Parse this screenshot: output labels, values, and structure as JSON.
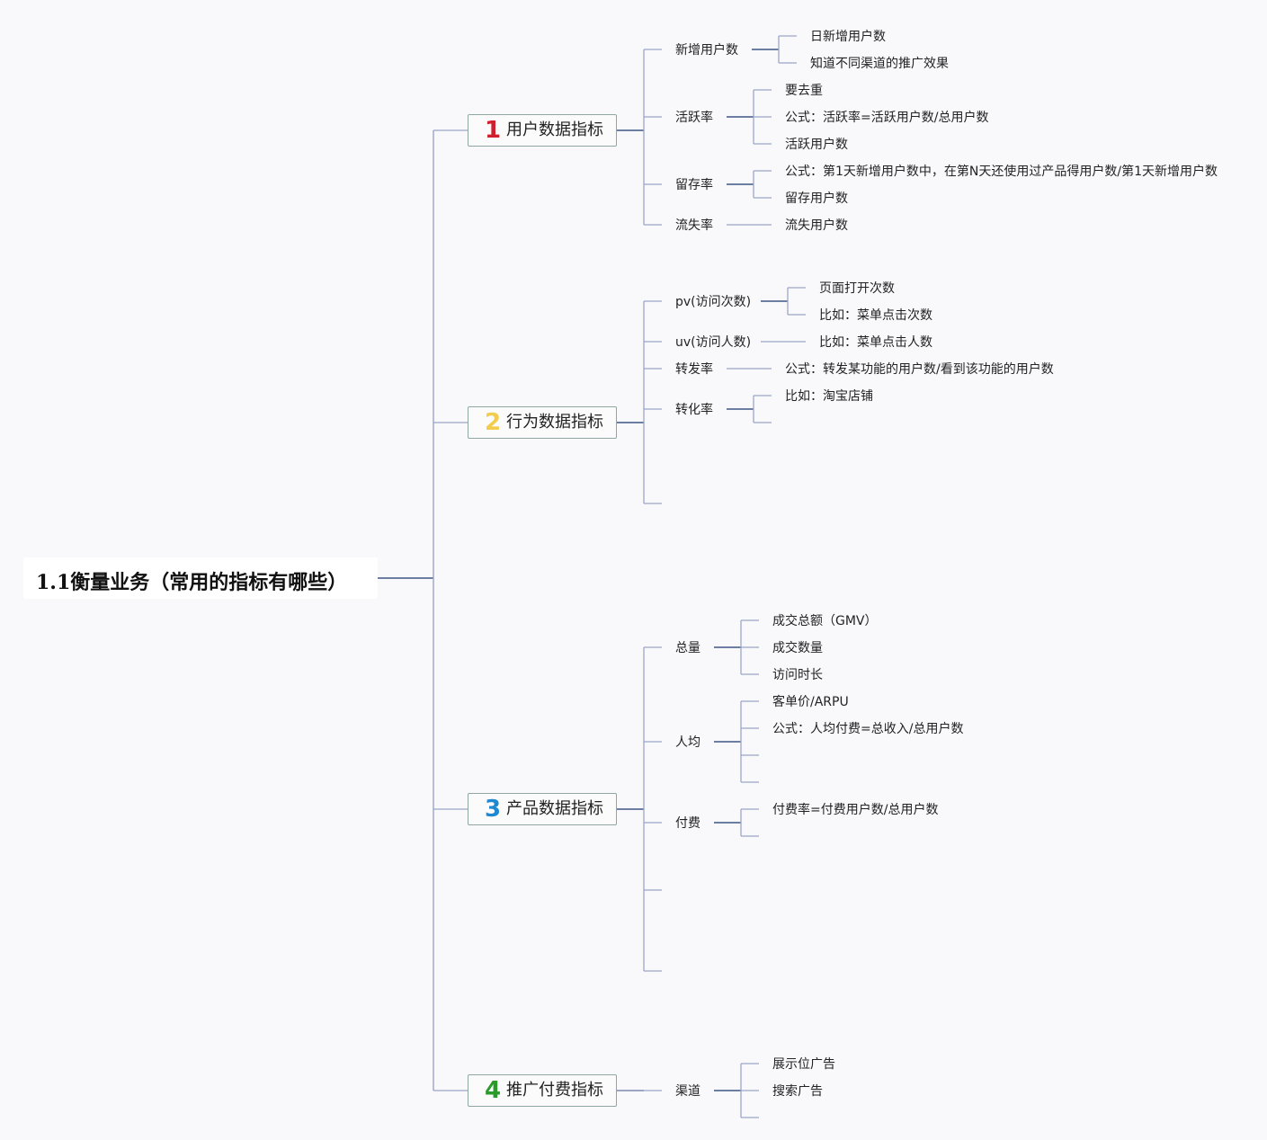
{
  "root": {
    "label": "1.1衡量业务（常用的指标有哪些）"
  },
  "categories": [
    {
      "num": "1",
      "label": "用户数据指标",
      "num_color": "#d0202e"
    },
    {
      "num": "2",
      "label": "行为数据指标",
      "num_color": "#f2cc4a"
    },
    {
      "num": "3",
      "label": "产品数据指标",
      "num_color": "#1e88d0"
    },
    {
      "num": "4",
      "label": "推广付费指标",
      "num_color": "#2a9a2a"
    }
  ],
  "user": {
    "new_users": {
      "label": "新增用户数",
      "children": [
        "日新增用户数",
        "知道不同渠道的推广效果"
      ]
    },
    "active_rate": {
      "label": "活跃率",
      "children": [
        "要去重",
        "公式：活跃率=活跃用户数/总用户数",
        "活跃用户数"
      ]
    },
    "retention": {
      "label": "留存率",
      "children": [
        "公式：第1天新增用户数中，在第N天还使用过产品得用户数/第1天新增用户数",
        "留存用户数"
      ]
    },
    "churn": {
      "label": "流失率",
      "children": [
        "流失用户数"
      ]
    }
  },
  "behavior": {
    "pv": {
      "label": "pv(访问次数)",
      "children": [
        "页面打开次数",
        "比如：菜单点击次数"
      ]
    },
    "uv": {
      "label": "uv(访问人数)",
      "children": [
        "比如：菜单点击人数"
      ]
    },
    "forward": {
      "label": "转发率",
      "children": [
        "公式：转发某功能的用户数/看到该功能的用户数"
      ]
    },
    "conversion": {
      "label": "转化率",
      "children": [
        "比如：淘宝店铺"
      ]
    }
  },
  "product": {
    "total": {
      "label": "总量",
      "children": [
        "成交总额（GMV）",
        "成交数量",
        "访问时长"
      ]
    },
    "per_capita": {
      "label": "人均",
      "children": [
        "客单价/ARPU",
        "公式：人均付费=总收入/总用户数"
      ]
    },
    "paid": {
      "label": "付费",
      "children": [
        "付费率=付费用户数/总用户数"
      ]
    }
  },
  "promotion": {
    "channel": {
      "label": "渠道",
      "children": [
        "展示位广告",
        "搜索广告"
      ]
    }
  },
  "colors": {
    "line_dark": "#3d5684",
    "line_light": "#9aa6c8"
  }
}
